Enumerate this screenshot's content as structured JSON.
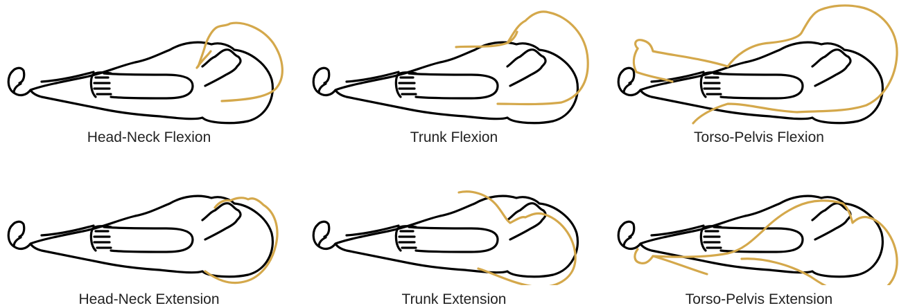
{
  "colors": {
    "body": "#000000",
    "movement": "#D4A84B",
    "caption": "#222222"
  },
  "panels": [
    {
      "caption": "Head-Neck Flexion"
    },
    {
      "caption": "Trunk Flexion"
    },
    {
      "caption": "Torso-Pelvis Flexion"
    },
    {
      "caption": "Head-Neck Extension"
    },
    {
      "caption": "Trunk Extension"
    },
    {
      "caption": "Torso-Pelvis Extension"
    }
  ]
}
